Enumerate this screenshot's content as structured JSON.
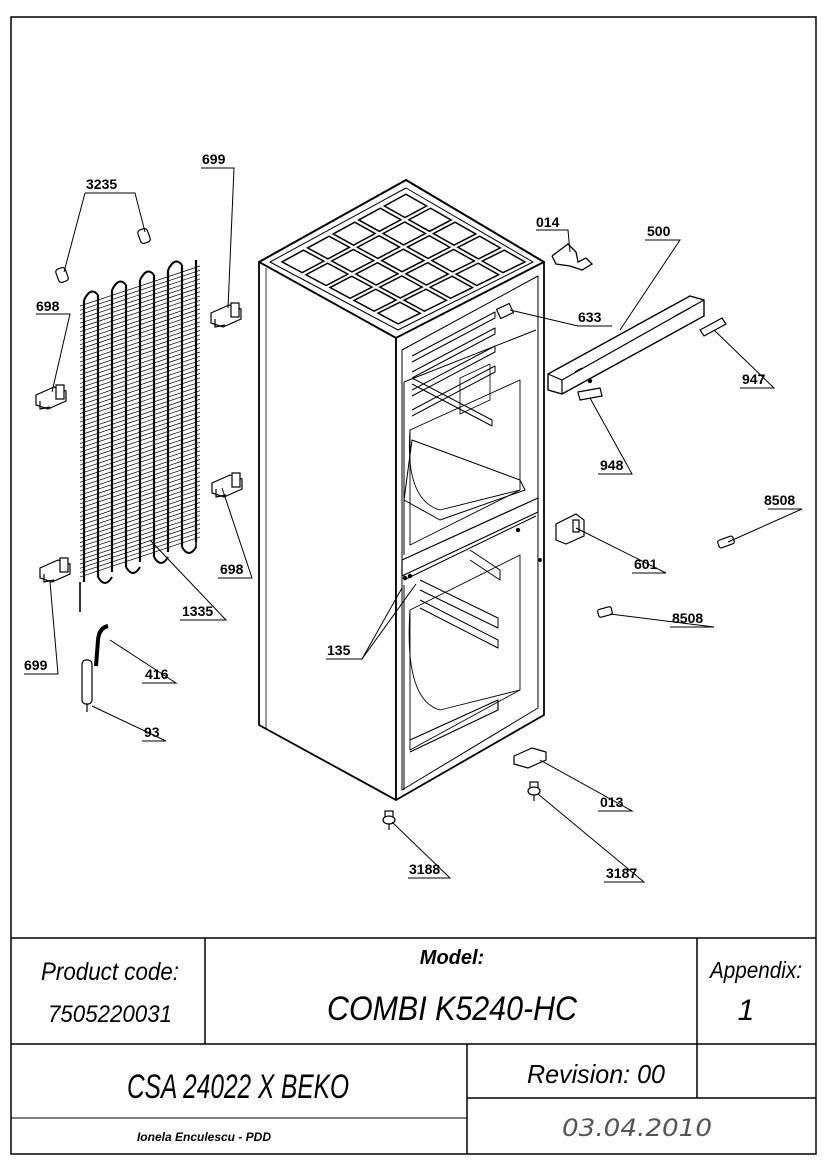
{
  "parts": [
    {
      "id": "p3235",
      "label": "3235"
    },
    {
      "id": "p699a",
      "label": "699"
    },
    {
      "id": "p698a",
      "label": "698"
    },
    {
      "id": "p014",
      "label": "014"
    },
    {
      "id": "p500",
      "label": "500"
    },
    {
      "id": "p633",
      "label": "633"
    },
    {
      "id": "p947",
      "label": "947"
    },
    {
      "id": "p948",
      "label": "948"
    },
    {
      "id": "p8508a",
      "label": "8508"
    },
    {
      "id": "p601",
      "label": "601"
    },
    {
      "id": "p698b",
      "label": "698"
    },
    {
      "id": "p1335",
      "label": "1335"
    },
    {
      "id": "p8508b",
      "label": "8508"
    },
    {
      "id": "p135",
      "label": "135"
    },
    {
      "id": "p699b",
      "label": "699"
    },
    {
      "id": "p416",
      "label": "416"
    },
    {
      "id": "p93",
      "label": "93"
    },
    {
      "id": "p013",
      "label": "013"
    },
    {
      "id": "p3188",
      "label": "3188"
    },
    {
      "id": "p3187",
      "label": "3187"
    }
  ],
  "title_block": {
    "product_code_label": "Product code:",
    "product_code": "7505220031",
    "model_label": "Model:",
    "model": "COMBI K5240-HC",
    "appendix_label": "Appendix:",
    "appendix": "1",
    "document": "CSA 24022 X BEKO",
    "revision": "Revision: 00",
    "author": "Ionela Enculescu - PDD",
    "date": "03.04.2010"
  }
}
